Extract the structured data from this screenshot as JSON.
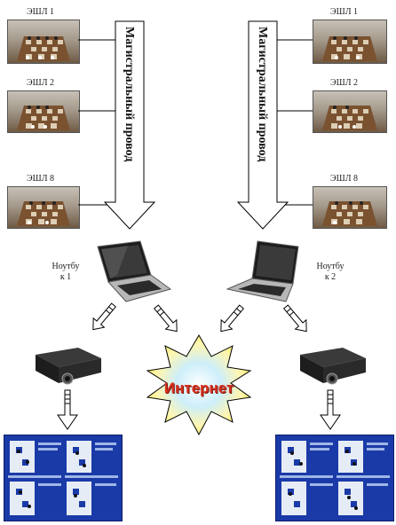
{
  "left_boards": [
    {
      "label": "ЭШЛ 1"
    },
    {
      "label": "ЭШЛ 2"
    },
    {
      "label": "ЭШЛ 8"
    }
  ],
  "right_boards": [
    {
      "label": "ЭШЛ 1"
    },
    {
      "label": "ЭШЛ 2"
    },
    {
      "label": "ЭШЛ 8"
    }
  ],
  "trunk_left": {
    "label": "Магистральный провод"
  },
  "trunk_right": {
    "label": "Магистральный провод"
  },
  "laptop_left": {
    "line1": "Ноутбу",
    "line2": "к 1"
  },
  "laptop_right": {
    "line1": "Ноутбу",
    "line2": "к 2"
  },
  "internet": {
    "label": "Интернет"
  },
  "colors": {
    "internet_text": "#d7301f",
    "screen_bg": "#1a3aa8"
  }
}
